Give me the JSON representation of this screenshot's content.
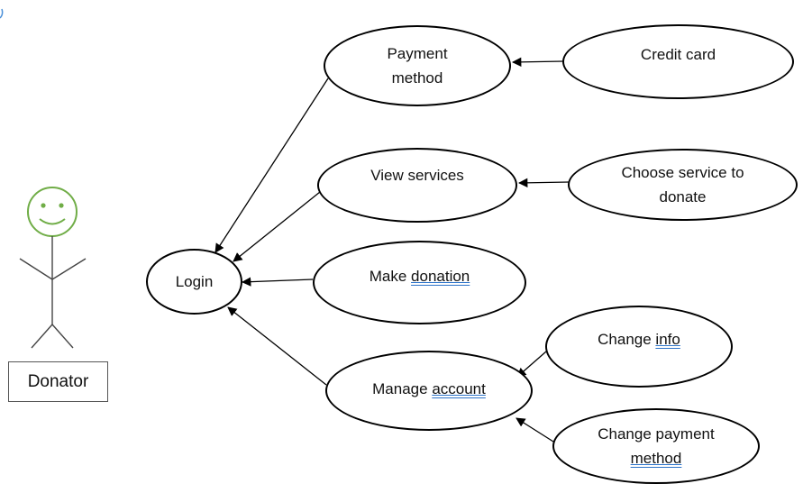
{
  "actor": {
    "name": "Donator"
  },
  "use_cases": {
    "login": "Login",
    "payment_method": "Payment\nmethod",
    "credit_card": "Credit card",
    "view_services": "View services",
    "choose_service": "Choose service to\ndonate",
    "make_donation_prefix": "Make ",
    "make_donation_word": "donation",
    "manage_account_prefix": "Manage ",
    "manage_account_word": "account",
    "change_info_prefix": "Change ",
    "change_info_word": "info",
    "change_payment_line1": "Change payment",
    "change_payment_line2": "method"
  },
  "colors": {
    "actor_face": "#70ad47",
    "stroke": "#000000",
    "spellcheck_underline": "#2e74c9"
  }
}
